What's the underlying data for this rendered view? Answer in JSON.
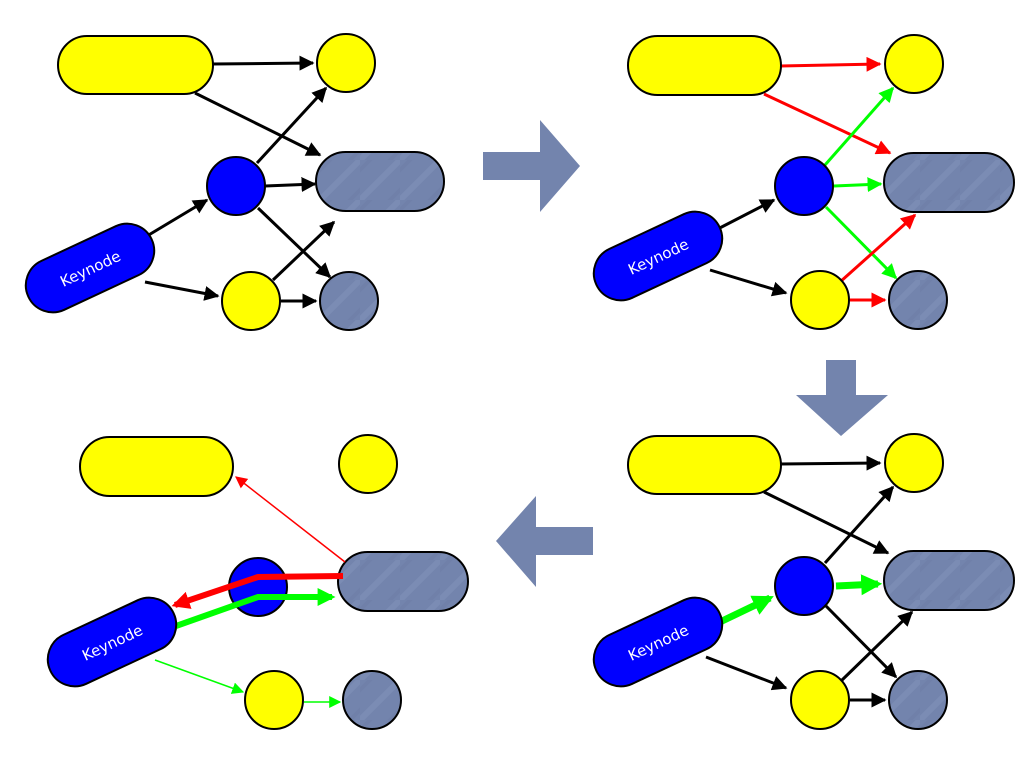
{
  "keynode_label": "Keynode",
  "colors": {
    "yellow": "#ffff00",
    "blue": "#0000ff",
    "slate": "#7384ad",
    "black": "#000000",
    "red": "#ff0000",
    "green": "#00ff00",
    "step_arrow": "#7384ad"
  },
  "panels": [
    {
      "id": "panel-1",
      "position": "top-left",
      "description_edges": "all-black"
    },
    {
      "id": "panel-2",
      "position": "top-right",
      "description_edges": "red-green-black"
    },
    {
      "id": "panel-3",
      "position": "bottom-right",
      "description_edges": "black-with-green-path"
    },
    {
      "id": "panel-4",
      "position": "bottom-left",
      "description_edges": "pruned-red-green"
    }
  ],
  "step_arrows": [
    "right",
    "down",
    "left"
  ]
}
